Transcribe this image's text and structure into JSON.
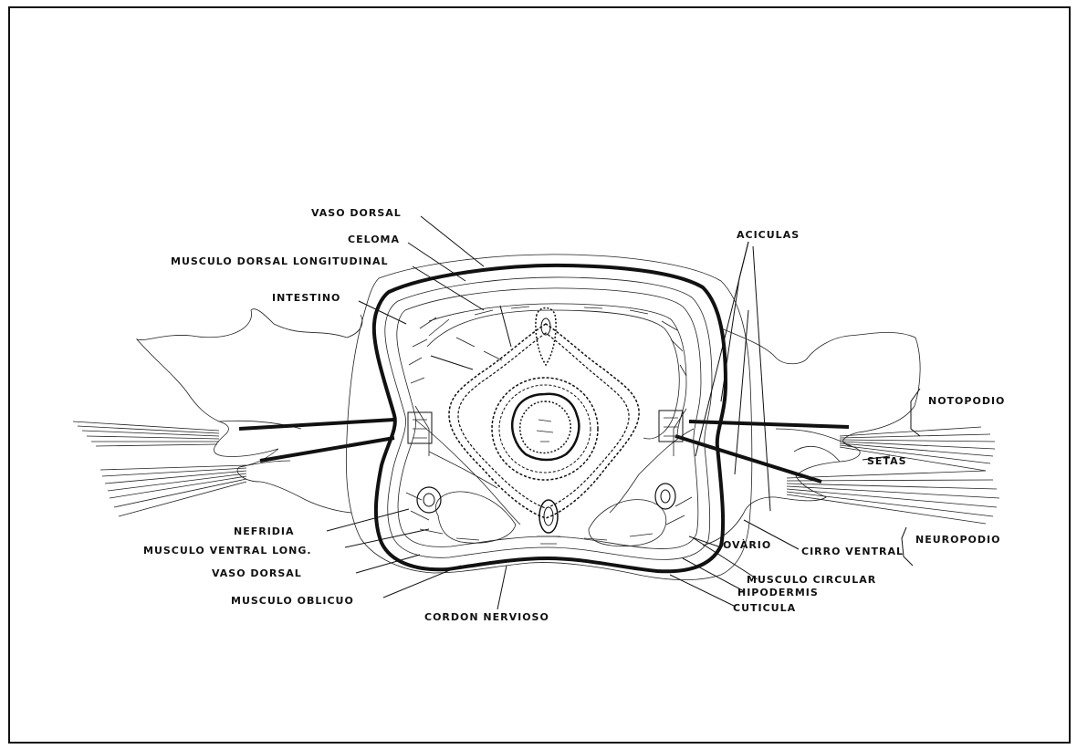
{
  "labels": {
    "vaso_dorsal_top": "VASO DORSAL",
    "celoma": "CELOMA",
    "musculo_dorsal_longitudinal": "MUSCULO DORSAL LONGITUDINAL",
    "intestino": "INTESTINO",
    "aciculas": "ACICULAS",
    "notopodio": "NOTOPODIO",
    "setas": "SETAS",
    "neuropodio": "NEUROPODIO",
    "cirro_ventral": "CIRRO VENTRAL",
    "ovario": "OVÀRIO",
    "musculo_circular": "MUSCULO CIRCULAR",
    "hipodermis": "HIPODERMIS",
    "cuticula": "CUTICULA",
    "cordon_nervioso": "CORDON NERVIOSO",
    "musculo_oblicuo": "MUSCULO OBLICUO",
    "vaso_dorsal_bottom": "VASO DORSAL",
    "musculo_ventral_long": "MUSCULO VENTRAL LONG.",
    "nefridia": "NEFRIDIA"
  }
}
